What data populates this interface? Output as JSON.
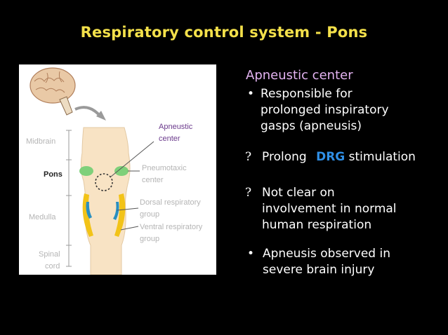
{
  "title": "Respiratory control system - Pons",
  "figure": {
    "regions": [
      "Midbrain",
      "Pons",
      "Medulla",
      "Spinal",
      "cord"
    ],
    "labels": {
      "apneustic_1": "Apneustic",
      "apneustic_2": "center",
      "pneumo_1": "Pneumotaxic",
      "pneumo_2": "center",
      "dorsal_1": "Dorsal respiratory",
      "dorsal_2": "group",
      "ventral_1": "Ventral respiratory",
      "ventral_2": "group"
    },
    "colors": {
      "pneumotaxic": "#7fd07a",
      "dorsal": "#2a8fc0",
      "ventral": "#f2c318",
      "brainstem": "#f8e3c4"
    }
  },
  "content": {
    "heading": "Apneustic center",
    "b1_bullet": "•",
    "b1_l1": "Responsible for",
    "b1_l2": "prolonged inspiratory",
    "b1_l3": "gasps (apneusis)",
    "b2_bullet": "?",
    "b2_pre": "Prolong",
    "b2_drg": "DRG",
    "b2_post": "stimulation",
    "b3_bullet": "?",
    "b3_l1": "Not clear on",
    "b3_l2": "involvement in normal",
    "b3_l3": "human respiration",
    "b4_bullet": "•",
    "b4_l1": "Apneusis observed in",
    "b4_l2": "severe brain injury"
  }
}
